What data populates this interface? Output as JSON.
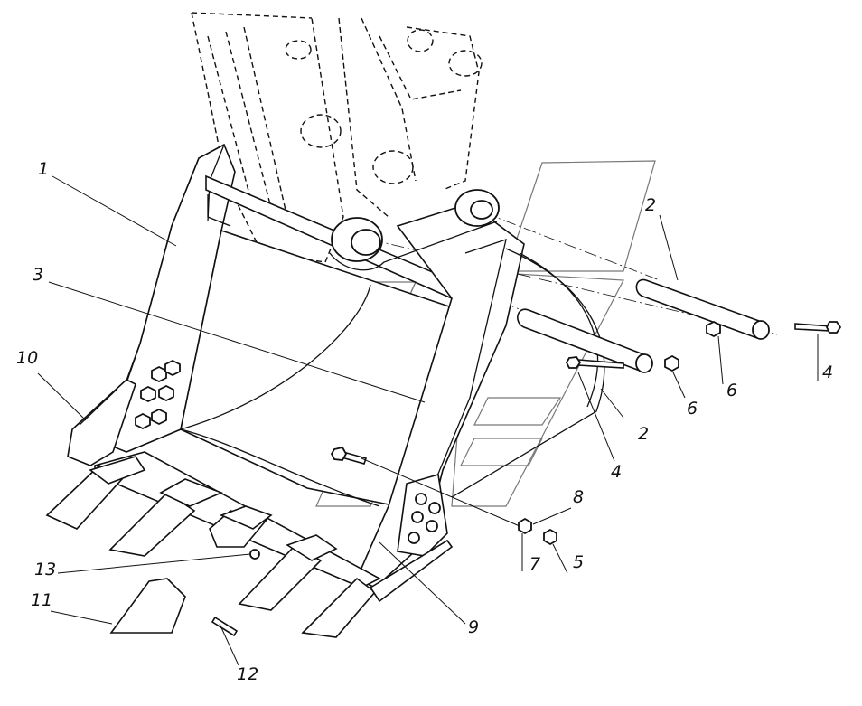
{
  "callouts": [
    {
      "id": "c1",
      "label": "1"
    },
    {
      "id": "c2a",
      "label": "2"
    },
    {
      "id": "c2b",
      "label": "2"
    },
    {
      "id": "c3",
      "label": "3"
    },
    {
      "id": "c4a",
      "label": "4"
    },
    {
      "id": "c4b",
      "label": "4"
    },
    {
      "id": "c5",
      "label": "5"
    },
    {
      "id": "c6a",
      "label": "6"
    },
    {
      "id": "c6b",
      "label": "6"
    },
    {
      "id": "c7",
      "label": "7"
    },
    {
      "id": "c8",
      "label": "8"
    },
    {
      "id": "c9",
      "label": "9"
    },
    {
      "id": "c10",
      "label": "10"
    },
    {
      "id": "c11",
      "label": "11"
    },
    {
      "id": "c12",
      "label": "12"
    },
    {
      "id": "c13",
      "label": "13"
    }
  ]
}
